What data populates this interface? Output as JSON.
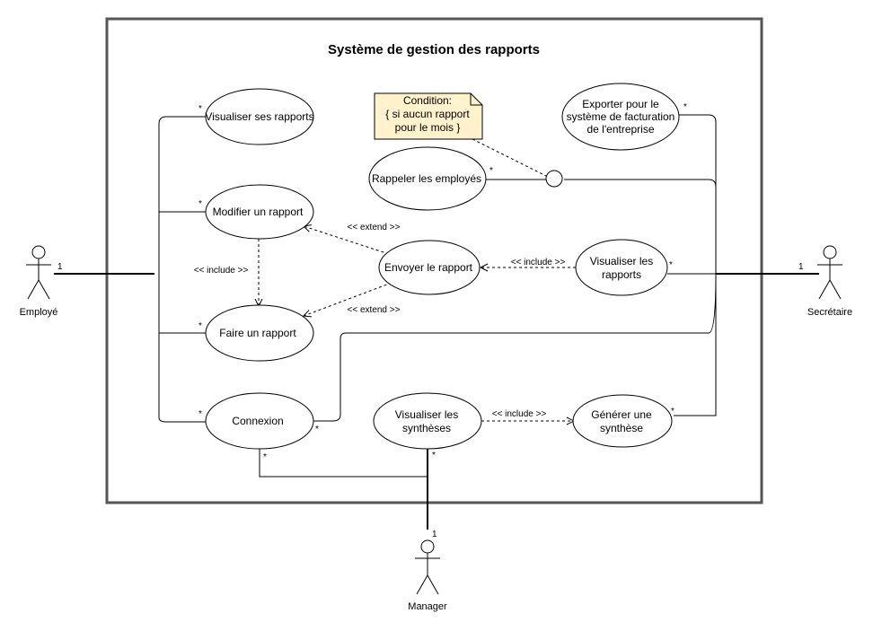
{
  "system": {
    "title": "Système de gestion des rapports"
  },
  "actors": {
    "employe": {
      "label": "Employé"
    },
    "secretaire": {
      "label": "Secrétaire"
    },
    "manager": {
      "label": "Manager"
    }
  },
  "use_cases": {
    "visualiser_ses_rapports": {
      "label": "Visualiser ses rapports"
    },
    "modifier_rapport": {
      "label": "Modifier un rapport"
    },
    "faire_rapport": {
      "label": "Faire un rapport"
    },
    "connexion": {
      "label": "Connexion"
    },
    "rappeler_employes": {
      "label": "Rappeler les employés"
    },
    "envoyer_rapport": {
      "label": "Envoyer le rapport"
    },
    "visualiser_syntheses": {
      "line1": "Visualiser les",
      "line2": "synthèses"
    },
    "exporter": {
      "line1": "Exporter pour le",
      "line2": "système de facturation",
      "line3": "de l'entreprise"
    },
    "visualiser_rapports": {
      "line1": "Visualiser les",
      "line2": "rapports"
    },
    "generer_synthese": {
      "line1": "Générer une",
      "line2": "synthèse"
    }
  },
  "note": {
    "line1": "Condition:",
    "line2": "{ si aucun rapport",
    "line3": "pour le mois }"
  },
  "relations": {
    "include_modifier_faire": "<< include >>",
    "extend_envoyer_modifier": "<< extend >>",
    "extend_envoyer_faire": "<< extend >>",
    "include_visualiser_envoyer": "<< include >>",
    "include_syntheses_generer": "<< include >>"
  },
  "multiplicities": {
    "one": "1",
    "many": "*"
  }
}
